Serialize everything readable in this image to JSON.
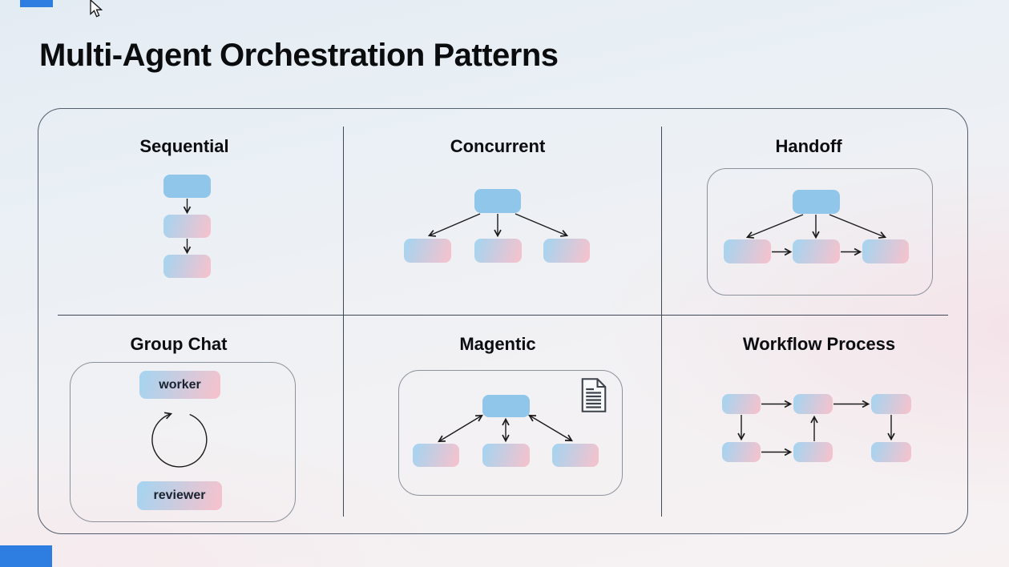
{
  "page": {
    "title": "Multi-Agent Orchestration Patterns"
  },
  "panels": {
    "sequential": {
      "title": "Sequential"
    },
    "concurrent": {
      "title": "Concurrent"
    },
    "handoff": {
      "title": "Handoff"
    },
    "group_chat": {
      "title": "Group Chat",
      "worker_label": "worker",
      "reviewer_label": "reviewer"
    },
    "magentic": {
      "title": "Magentic"
    },
    "workflow": {
      "title": "Workflow Process"
    }
  },
  "icons": {
    "cursor": "arrow-cursor-icon",
    "document": "document-icon",
    "loop": "cycle-arrow-icon"
  },
  "colors": {
    "node_solid": "#8fc6e9",
    "node_gradient_start": "#a9d3ee",
    "node_gradient_end": "#f2c3ce",
    "arrow": "#1a1a1a",
    "divider": "#3e4856",
    "outer_border": "#545f6d",
    "inner_border": "#8b929b",
    "accent_blue": "#2e7de0"
  }
}
